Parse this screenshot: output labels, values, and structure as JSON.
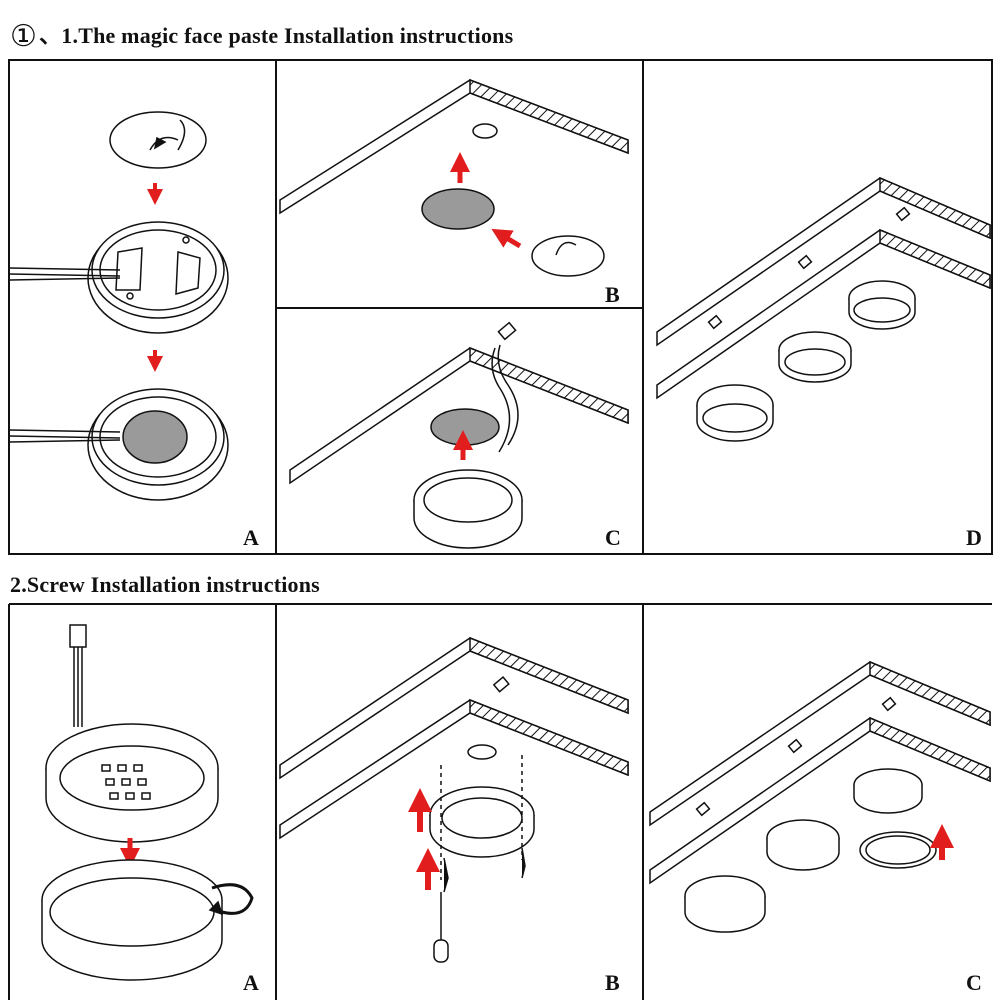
{
  "section1": {
    "marker": "①",
    "title": "、1.The magic face paste Installation instructions",
    "panels": {
      "a": "A",
      "b": "B",
      "c": "C",
      "d": "D"
    }
  },
  "section2": {
    "title": "2.Screw Installation instructions",
    "panels": {
      "a": "A",
      "b": "B",
      "c": "C"
    }
  },
  "colors": {
    "arrow": "#e11d1d",
    "pad": "#9a9a9a",
    "line": "#111111"
  }
}
